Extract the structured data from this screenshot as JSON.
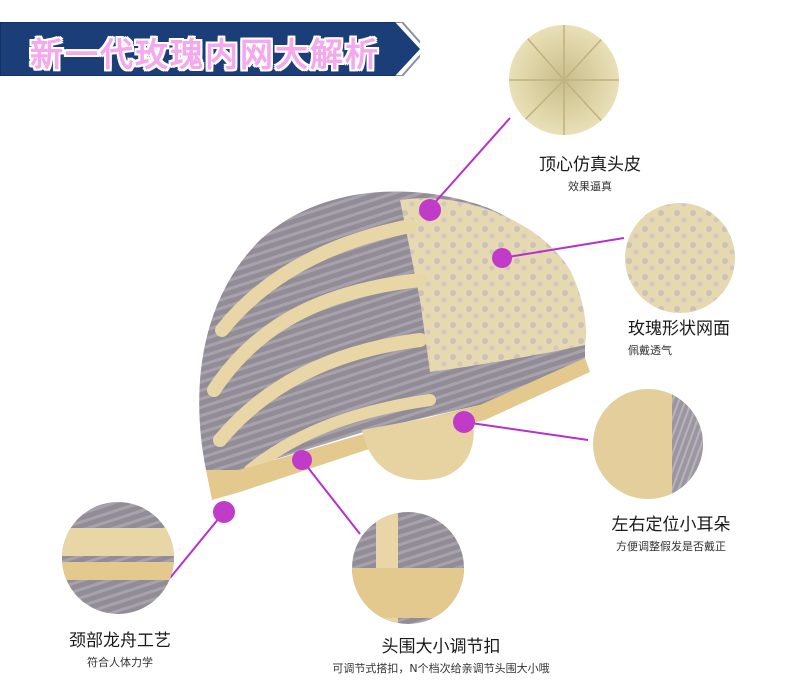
{
  "banner": {
    "title": "新一代玫瑰内网大解析"
  },
  "features": {
    "top": {
      "title": "顶心仿真头皮",
      "sub": "效果逼真"
    },
    "lace": {
      "title": "玫瑰形状网面",
      "sub": "佩戴透气"
    },
    "ear": {
      "title": "左右定位小耳朵",
      "sub": "方便调整假发是否戴正"
    },
    "neck": {
      "title": "颈部龙舟工艺",
      "sub": "符合人体力学"
    },
    "adjust": {
      "title": "头围大小调节扣",
      "sub": "可调节式搭扣，N个档次给亲调节头围大小哦"
    }
  },
  "colors": {
    "banner": "#1b3d78",
    "accent": "#c13bc9",
    "line": "#b62fcf",
    "lace": "#e8d6a6",
    "hair": "#8e8a92"
  }
}
